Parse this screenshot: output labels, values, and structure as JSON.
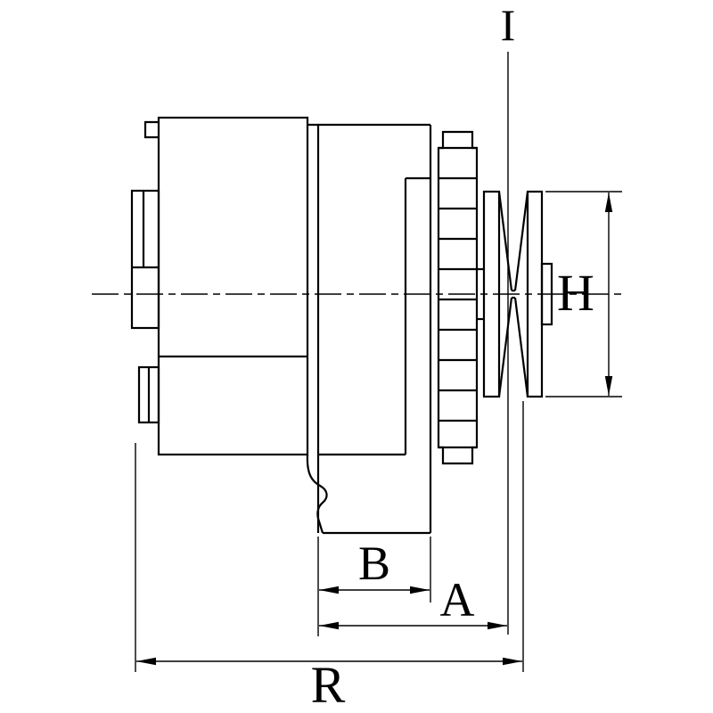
{
  "figure": {
    "kind": "technical-line-drawing",
    "subject": "alternator side view with dimension callouts",
    "background_color": "#ffffff",
    "line_color": "#000000",
    "dimensions": {
      "i": "I",
      "h": "H",
      "b": "B",
      "a": "A",
      "r": "R"
    }
  }
}
